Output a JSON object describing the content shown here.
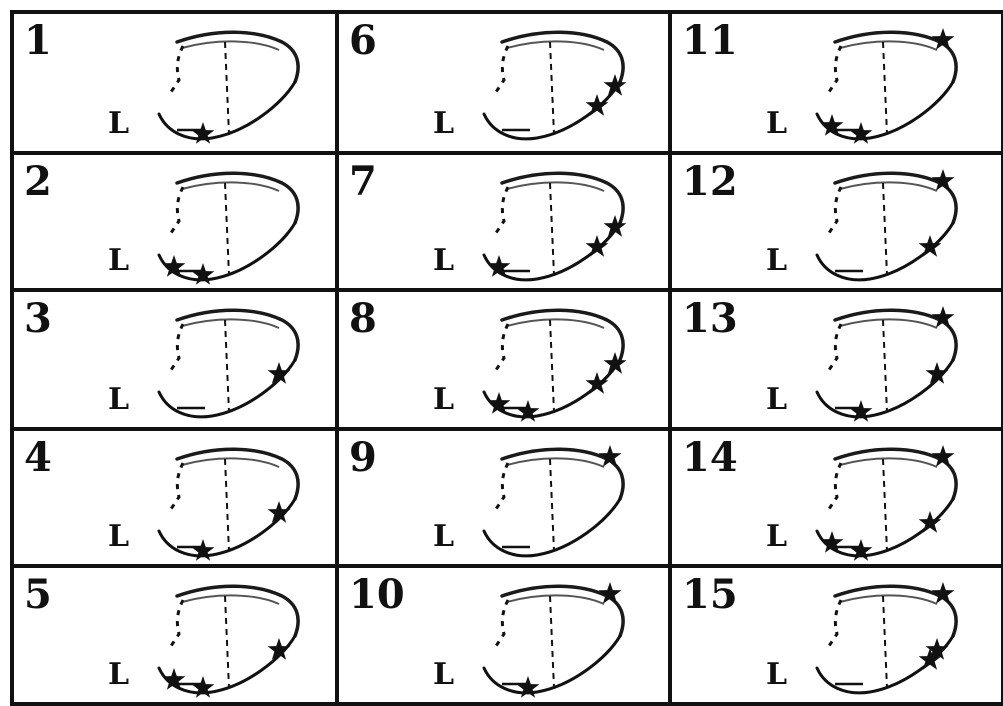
{
  "panels": [
    {
      "number": "1",
      "side": "L",
      "stars": [
        {
          "pos": "bottom"
        }
      ]
    },
    {
      "number": "2",
      "side": "L",
      "stars": [
        {
          "pos": "bottom-left"
        },
        {
          "pos": "bottom"
        }
      ]
    },
    {
      "number": "3",
      "side": "L",
      "stars": [
        {
          "pos": "lateral-mid"
        }
      ]
    },
    {
      "number": "4",
      "side": "L",
      "stars": [
        {
          "pos": "lateral-mid"
        },
        {
          "pos": "bottom"
        }
      ]
    },
    {
      "number": "5",
      "side": "L",
      "stars": [
        {
          "pos": "lateral-mid"
        },
        {
          "pos": "bottom-left"
        },
        {
          "pos": "bottom"
        }
      ]
    },
    {
      "number": "6",
      "side": "L",
      "stars": [
        {
          "pos": "lateral-high"
        },
        {
          "pos": "lateral-low"
        }
      ]
    },
    {
      "number": "7",
      "side": "L",
      "stars": [
        {
          "pos": "lateral-high"
        },
        {
          "pos": "lateral-low"
        },
        {
          "pos": "bottom-left"
        }
      ]
    },
    {
      "number": "8",
      "side": "L",
      "stars": [
        {
          "pos": "lateral-high"
        },
        {
          "pos": "lateral-low"
        },
        {
          "pos": "bottom-left"
        },
        {
          "pos": "bottom"
        }
      ]
    },
    {
      "number": "9",
      "side": "L",
      "stars": [
        {
          "pos": "top-right"
        }
      ]
    },
    {
      "number": "10",
      "side": "L",
      "stars": [
        {
          "pos": "top-right"
        },
        {
          "pos": "bottom"
        }
      ]
    },
    {
      "number": "11",
      "side": "L",
      "stars": [
        {
          "pos": "top-right"
        },
        {
          "pos": "bottom-left"
        },
        {
          "pos": "bottom"
        }
      ]
    },
    {
      "number": "12",
      "side": "L",
      "stars": [
        {
          "pos": "top-right"
        },
        {
          "pos": "lateral-low"
        }
      ]
    },
    {
      "number": "13",
      "side": "L",
      "stars": [
        {
          "pos": "top-right"
        },
        {
          "pos": "lateral-mid"
        },
        {
          "pos": "bottom"
        }
      ]
    },
    {
      "number": "14",
      "side": "L",
      "stars": [
        {
          "pos": "top-right"
        },
        {
          "pos": "lateral-low"
        },
        {
          "pos": "bottom-left"
        },
        {
          "pos": "bottom"
        }
      ]
    },
    {
      "number": "15",
      "side": "L",
      "stars": [
        {
          "pos": "top-right"
        },
        {
          "pos": "lateral-mid"
        },
        {
          "pos": "lateral-low"
        }
      ]
    }
  ]
}
